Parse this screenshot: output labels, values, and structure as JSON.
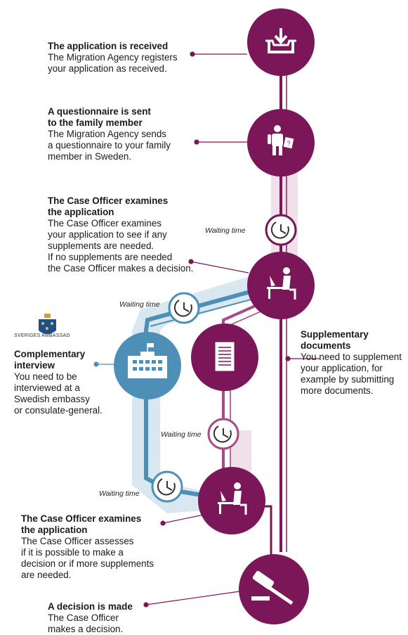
{
  "steps": {
    "received": {
      "title": "The application is received",
      "body": [
        "The Migration Agency registers",
        "your application as received."
      ]
    },
    "questionnaire": {
      "title": [
        "A questionnaire is sent",
        "to the family member"
      ],
      "body": [
        "The Migration Agency sends",
        "a questionnaire to your family",
        "member in Sweden."
      ]
    },
    "examine1": {
      "title": [
        "The Case Officer examines",
        "the application"
      ],
      "body": [
        "The Case Officer examines",
        "your application to see if any",
        "supplements are needed.",
        "If no supplements are needed",
        "the Case Officer makes a decision."
      ]
    },
    "interview": {
      "title": [
        "Complementary",
        "interview"
      ],
      "body": [
        "You need to be",
        "interviewed at a",
        "Swedish embassy",
        "or consulate-general."
      ]
    },
    "supplementary": {
      "title": [
        "Supplementary",
        "documents"
      ],
      "body": [
        "You need to supplement",
        "your application, for",
        "example by submitting",
        "more documents."
      ]
    },
    "examine2": {
      "title": [
        "The Case Officer examines",
        "the application"
      ],
      "body": [
        "The Case Officer assesses",
        "if it is possible to make a",
        "decision or if more supplements",
        "are needed."
      ]
    },
    "decision": {
      "title": "A decision is made",
      "body": [
        "The Case Officer",
        "makes a decision."
      ]
    }
  },
  "waiting_label": "Waiting time",
  "embassy_label": "SVERIGES AMBASSAD",
  "colors": {
    "primary": "#7b1659",
    "pink": "#a44d87",
    "blue": "#4e8fb8",
    "light_blue": "#d9e7f1",
    "light_pink": "#efe0ea"
  },
  "icons": [
    "inbox-download-icon",
    "person-questionnaire-icon",
    "clock-icon",
    "case-officer-desk-icon",
    "embassy-building-icon",
    "document-icon",
    "gavel-icon",
    "swedish-crest-icon"
  ]
}
